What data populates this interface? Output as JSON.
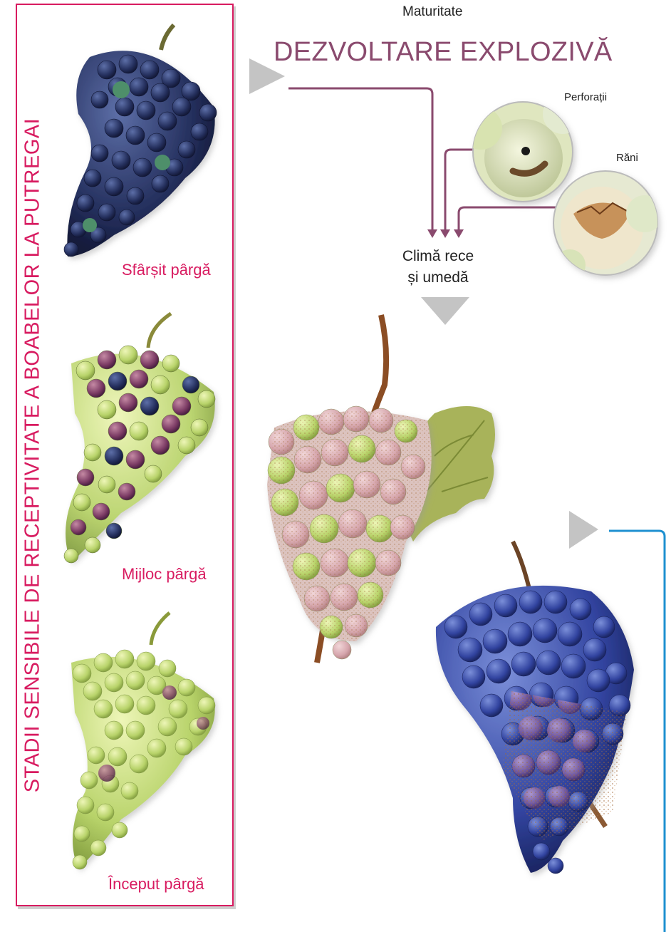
{
  "header": {
    "stage_label": "Maturitate",
    "title": "DEZVOLTARE EXPLOZIVĂ"
  },
  "left_panel": {
    "vertical_title": "STADII SENSIBILE DE RECEPTIVITATE A BOABELOR LA PUTREGAI",
    "stages": [
      {
        "label": "Sfârșit pârgă"
      },
      {
        "label": "Mijloc pârgă"
      },
      {
        "label": "Început pârgă"
      }
    ]
  },
  "callouts": {
    "perforations": "Perforații",
    "wounds": "Răni",
    "climate": [
      "Climă rece",
      "și umedă"
    ]
  },
  "colors": {
    "accent_pink": "#d81b60",
    "plum": "#8a4a6e",
    "blue_line": "#1e90d0",
    "grey_arrow": "#c4c4c4"
  }
}
